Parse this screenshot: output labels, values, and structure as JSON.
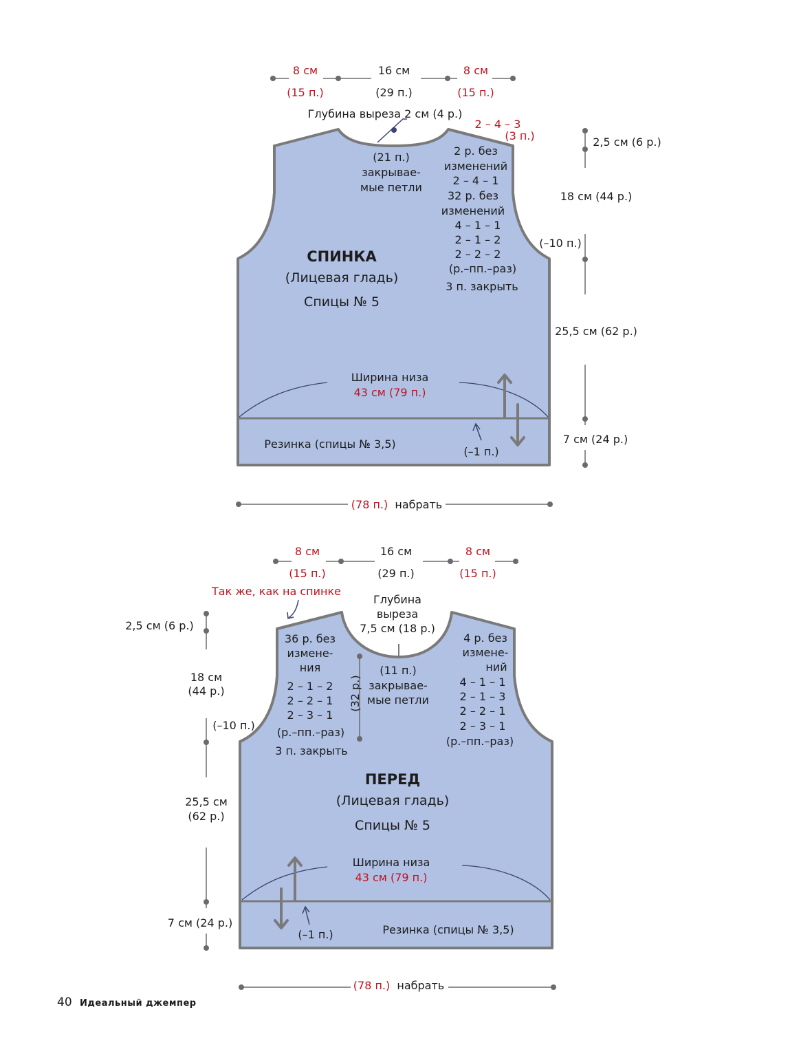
{
  "back": {
    "top": {
      "left_cm": "8 см",
      "left_st": "(15 п.)",
      "mid_cm": "16 см",
      "mid_st": "(29 п.)",
      "right_cm": "8 см",
      "right_st": "(15 п.)"
    },
    "neck_depth": "Глубина выреза 2 см (4 р.)",
    "shoulder_dec": "2 – 4 – 3",
    "shoulder_dec_st": "(3 п.)",
    "neck_bind": [
      "(21 п.)",
      "закрывае-",
      "мые петли"
    ],
    "armhole_steps": [
      "2 р. без",
      "изменений",
      "2 – 4 – 1",
      "32 р. без",
      "изменений",
      "4 – 1 – 1",
      "2 – 1 – 2",
      "2 – 2 – 2",
      "(р.–пп.–раз)",
      "3 п. закрыть"
    ],
    "title": "СПИНКА",
    "subtitle": "(Лицевая гладь)",
    "needles": "Спицы № 5",
    "bottom_width_label": "Ширина низа",
    "bottom_width_value": "43 см (79 п.)",
    "rib_label": "Резинка (спицы № 3,5)",
    "rib_dec": "(–1 п.)",
    "side_armhole_dec": "(–10 п.)",
    "right_dims": {
      "shoulder": "2,5 см (6 р.)",
      "armhole": "18 см (44 р.)",
      "body": "25,5 см (62 р.)",
      "rib": "7 см (24 р.)"
    },
    "cast_on_st": "(78 п.)",
    "cast_on_word": "набрать"
  },
  "front": {
    "top": {
      "left_cm": "8 см",
      "left_st": "(15 п.)",
      "mid_cm": "16 см",
      "mid_st": "(29 п.)",
      "right_cm": "8 см",
      "right_st": "(15 п.)"
    },
    "same_as_back": "Так же, как на спинке",
    "neck_depth": [
      "Глубина",
      "выреза",
      "7,5 см (18 р.)"
    ],
    "left_steps": [
      "36 р. без",
      "измене-",
      "ния",
      "2 – 1 – 2",
      "2 – 2 – 1",
      "2 – 3 – 1",
      "(р.–пп.–раз)",
      "3 п. закрыть"
    ],
    "neck_rows": "(32 р.)",
    "neck_bind": [
      "(11 п.)",
      "закрывае-",
      "мые петли"
    ],
    "right_steps": [
      "4 р. без",
      "измене-",
      "ний",
      "4 – 1 – 1",
      "2 – 1 – 3",
      "2 – 2 – 1",
      "2 – 3 – 1",
      "(р.–пп.–раз)"
    ],
    "title": "ПЕРЕД",
    "subtitle": "(Лицевая гладь)",
    "needles": "Спицы № 5",
    "bottom_width_label": "Ширина низа",
    "bottom_width_value": "43 см (79 п.)",
    "rib_label": "Резинка (спицы № 3,5)",
    "rib_dec": "(–1 п.)",
    "side_armhole_dec": "(–10 п.)",
    "left_dims": {
      "shoulder": "2,5 см (6 р.)",
      "armhole_cm": "18 см",
      "armhole_rows": "(44 р.)",
      "body_cm": "25,5 см",
      "body_rows": "(62 р.)",
      "rib": "7 см (24 р.)"
    },
    "cast_on_st": "(78 п.)",
    "cast_on_word": "набрать"
  },
  "footer": {
    "page_number": "40",
    "book_title": "Идеальный джемпер"
  }
}
